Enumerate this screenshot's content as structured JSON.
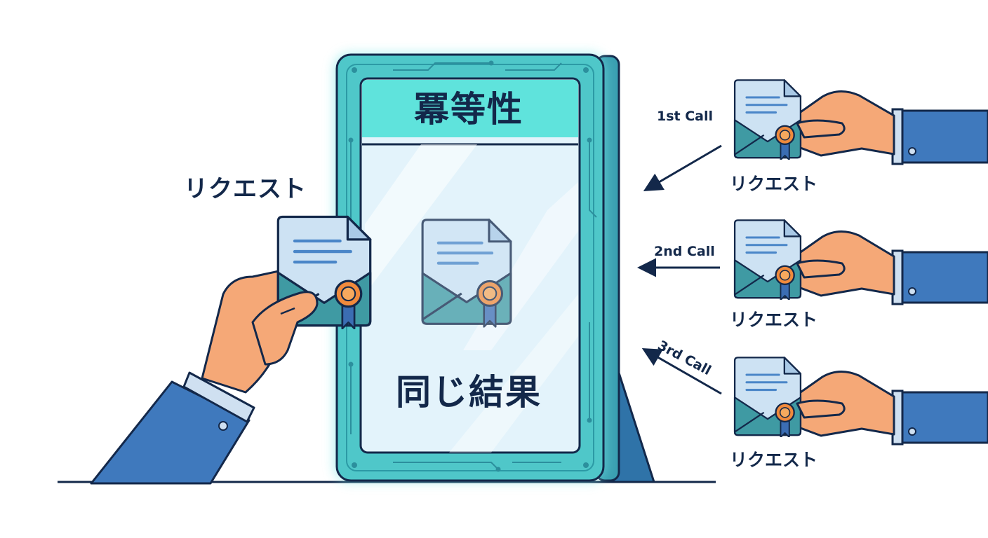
{
  "panel": {
    "title": "冪等性",
    "result": "同じ結果"
  },
  "left": {
    "label": "リクエスト"
  },
  "calls": [
    {
      "label": "1st Call",
      "request": "リクエスト"
    },
    {
      "label": "2nd Call",
      "request": "リクエスト"
    },
    {
      "label": "3rd Call",
      "request": "リクエスト"
    }
  ],
  "colors": {
    "navy": "#13284a",
    "teal_frame": "#4fc7c9",
    "teal_header": "#5fe3dc",
    "sleeve_blue": "#3f79bd",
    "skin": "#f5a877",
    "badge_orange": "#f08a3c",
    "envelope": "#3f9aa3",
    "paper": "#cfe3f3"
  },
  "icons": [
    "document-envelope-icon",
    "rosette-badge-icon",
    "arrow-icon",
    "hand-icon"
  ]
}
